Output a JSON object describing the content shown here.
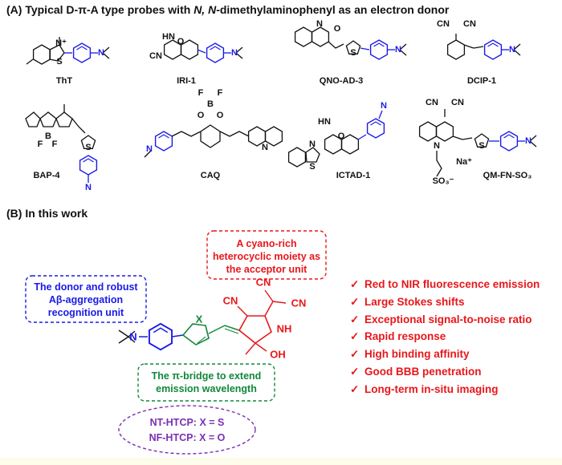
{
  "section_a": {
    "prefix": "(A) Typical D-π-A type probes with ",
    "italic": "N, N",
    "suffix": "-dimethylaminophenyl as an electron donor",
    "probes": [
      "ThT",
      "IRI-1",
      "QNO-AD-3",
      "DCIP-1",
      "BAP-4",
      "CAQ",
      "ICTAD-1",
      "QM-FN-SO₃"
    ]
  },
  "section_b": {
    "heading": "(B) In this work",
    "acceptor_note": [
      "A cyano-rich",
      "heterocyclic moiety as",
      "the acceptor unit"
    ],
    "donor_note": [
      "The donor and robust",
      "Aβ-aggregation",
      "recognition unit"
    ],
    "bridge_note": [
      "The π-bridge to extend",
      "emission wavelength"
    ],
    "compounds": [
      "NT-HTCP: X = S",
      "NF-HTCP: X = O"
    ],
    "benefits": [
      "Red to NIR fluorescence emission",
      "Large Stokes shifts",
      "Exceptional signal-to-noise ratio",
      "Rapid response",
      "High binding affinity",
      "Good BBB penetration",
      "Long-term in-situ imaging"
    ],
    "atoms": {
      "n": "N",
      "x": "X",
      "nh": "NH",
      "oh": "OH",
      "cn": "CN",
      "hn": "HN",
      "o": "O",
      "s": "S",
      "b": "B",
      "f": "F",
      "na": "Na⁺",
      "so3": "SO₃⁻",
      "nplus": "N⁺"
    }
  },
  "colors": {
    "text": "#111111",
    "donor": "#1a1ae6",
    "bridge": "#11883a",
    "acceptor": "#e8171b",
    "compound": "#7a2fb3",
    "band": "#fdfbe9"
  },
  "icons": {
    "check": "check-mark-icon"
  }
}
